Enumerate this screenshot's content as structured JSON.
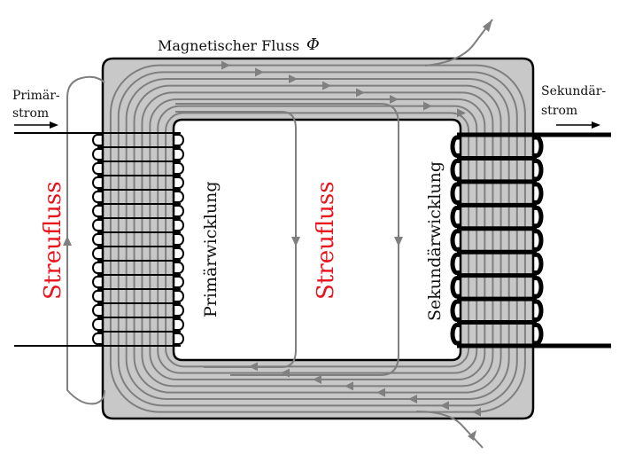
{
  "title": "Transformer diagram: magnetic flux and leakage flux",
  "labels": {
    "magnetic_flux": "Magnetischer Fluss",
    "flux_symbol": "Φ",
    "primary_current_line1": "Primär-",
    "primary_current_line2": "strom",
    "secondary_current_line1": "Sekundär-",
    "secondary_current_line2": "strom",
    "primary_winding": "Primärwicklung",
    "secondary_winding": "Sekundärwicklung",
    "leakage_flux_left": "Streufluss",
    "leakage_flux_center": "Streufluss"
  },
  "components": {
    "core": {
      "name": "iron core",
      "color": "#c8c8c8"
    },
    "primary_winding": {
      "turns": 15,
      "wire": "thin"
    },
    "secondary_winding": {
      "turns": 9,
      "wire": "thick"
    },
    "main_flux_lines": 8,
    "leakage_flux_loops": 3
  },
  "colors": {
    "core_fill": "#c8c8c8",
    "flux_line": "#7f7f7f",
    "winding": "#000000",
    "leakage_label": "#e8141c",
    "text": "#111111"
  }
}
